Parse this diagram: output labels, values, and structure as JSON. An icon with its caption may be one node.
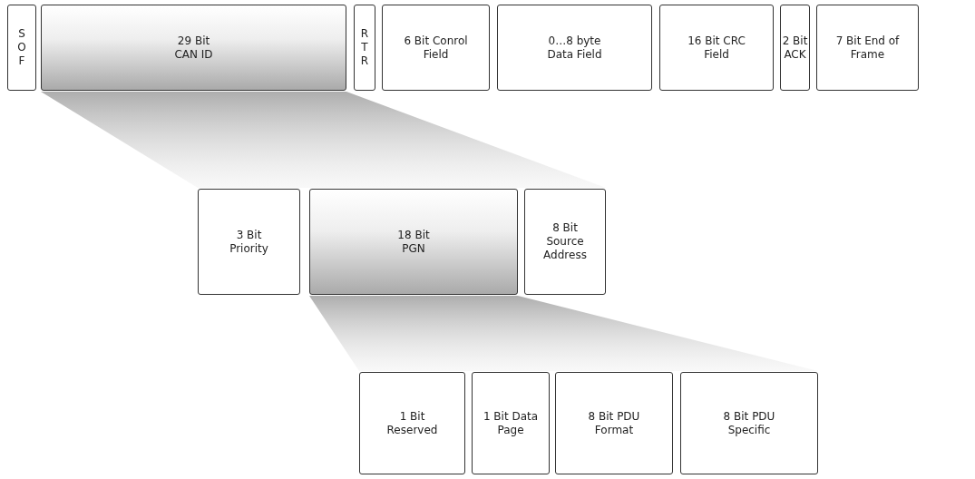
{
  "diagram": {
    "nodes": [
      {
        "text": [
          "S O F"
        ]
      },
      {
        "text": [
          "29 Bit CAN ID"
        ]
      },
      {
        "text": [
          "R T R"
        ]
      },
      {
        "text": [
          "6 Bit Conrol Field"
        ]
      },
      {
        "text": [
          "0…8 byte Data Field"
        ]
      },
      {
        "text": [
          "16 Bit CRC Field"
        ]
      },
      {
        "text": [
          "2 Bit ACK"
        ]
      },
      {
        "text": [
          "7 Bit End of Frame"
        ]
      },
      {
        "text": [
          "3 Bit Priority"
        ]
      },
      {
        "text": [
          "18 Bit PGN"
        ]
      },
      {
        "text": [
          "8 Bit Source Address"
        ]
      },
      {
        "text": [
          "1 Bit Reserved"
        ]
      },
      {
        "text": [
          "1 Bit Data Page"
        ]
      },
      {
        "text": [
          "8 Bit PDU Format"
        ]
      },
      {
        "text": [
          "8 Bit PDU Specific"
        ]
      },
      {
        "text": [],
        "shape": "trapezoid"
      },
      {
        "text": [],
        "shape": "trapezoid"
      }
    ]
  }
}
